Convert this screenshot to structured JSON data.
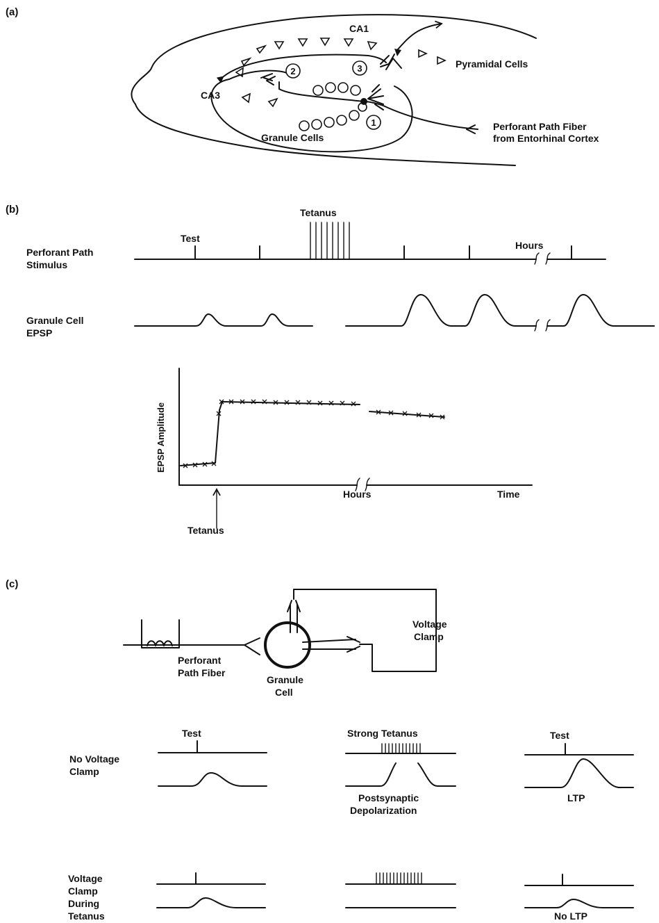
{
  "panels": {
    "a": {
      "tag": "(a)",
      "ca1": "CA1",
      "ca3": "CA3",
      "pyramidal": "Pyramidal Cells",
      "granule": "Granule Cells",
      "perforant_1": "Perforant Path Fiber",
      "perforant_2": "from Entorhinal Cortex",
      "syn1": "1",
      "syn2": "2",
      "syn3": "3"
    },
    "b": {
      "tag": "(b)",
      "tetanus_top": "Tetanus",
      "test": "Test",
      "hours_top": "Hours",
      "stim_1": "Perforant Path",
      "stim_2": "Stimulus",
      "epsp_1": "Granule Cell",
      "epsp_2": "EPSP",
      "ylabel": "EPSP Amplitude",
      "hours_axis": "Hours",
      "time_axis": "Time",
      "tetanus_arrow": "Tetanus"
    },
    "c": {
      "tag": "(c)",
      "voltage_1": "Voltage",
      "voltage_2": "Clamp",
      "pp_1": "Perforant",
      "pp_2": "Path Fiber",
      "gc_1": "Granule",
      "gc_2": "Cell",
      "test_1": "Test",
      "strong_tetanus": "Strong Tetanus",
      "test_2": "Test",
      "no_vc_1": "No Voltage",
      "no_vc_2": "Clamp",
      "postsyn_1": "Postsynaptic",
      "postsyn_2": "Depolarization",
      "ltp": "LTP",
      "vc_1": "Voltage",
      "vc_2": "Clamp",
      "vc_3": "During",
      "vc_4": "Tetanus",
      "no_ltp": "No LTP"
    }
  }
}
